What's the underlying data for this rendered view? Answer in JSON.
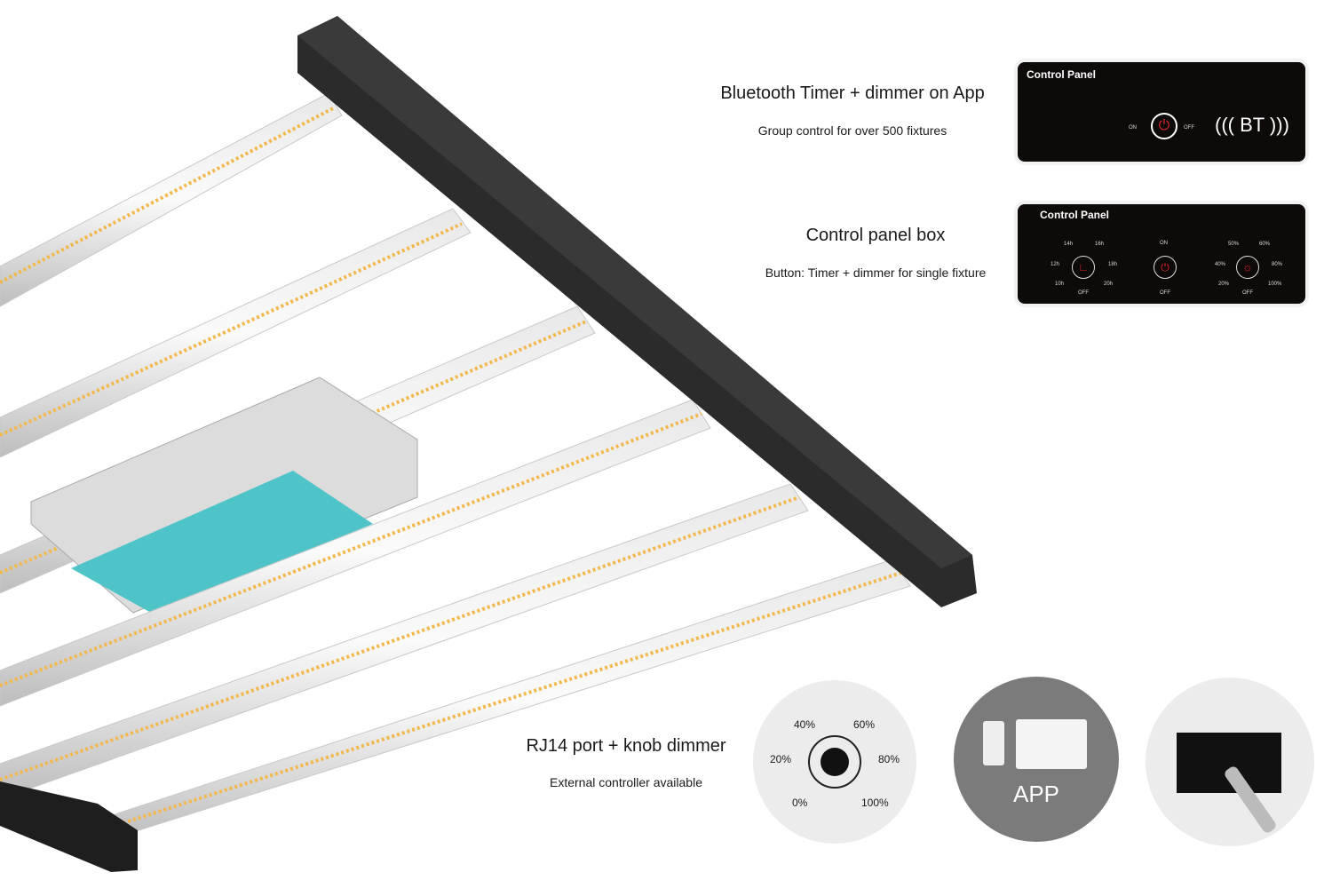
{
  "features": [
    {
      "title": "Bluetooth Timer + dimmer on App",
      "subtitle": "Group control for over 500 fixtures"
    },
    {
      "title": "Control panel box",
      "subtitle": "Button: Timer + dimmer for single fixture"
    },
    {
      "title": "RJ14 port + knob dimmer",
      "subtitle": "External controller available"
    }
  ],
  "bt_panel": {
    "title": "Control Panel",
    "on": "ON",
    "off": "OFF",
    "bt": "BT"
  },
  "box_panel": {
    "title": "Control Panel",
    "timer": [
      "14h",
      "16h",
      "12h",
      "18h",
      "10h",
      "20h",
      "OFF"
    ],
    "power": {
      "on": "ON",
      "off": "OFF"
    },
    "dimmer": [
      "50%",
      "60%",
      "40%",
      "80%",
      "20%",
      "100%",
      "OFF"
    ]
  },
  "knob": [
    "40%",
    "60%",
    "20%",
    "80%",
    "0%",
    "100%"
  ],
  "app_label": "APP",
  "colors": {
    "panel": "#0d0a09",
    "accent_red": "#e0262b",
    "driver_teal": "#4fc4c8",
    "fixture_frame": "#2b2b2b"
  }
}
